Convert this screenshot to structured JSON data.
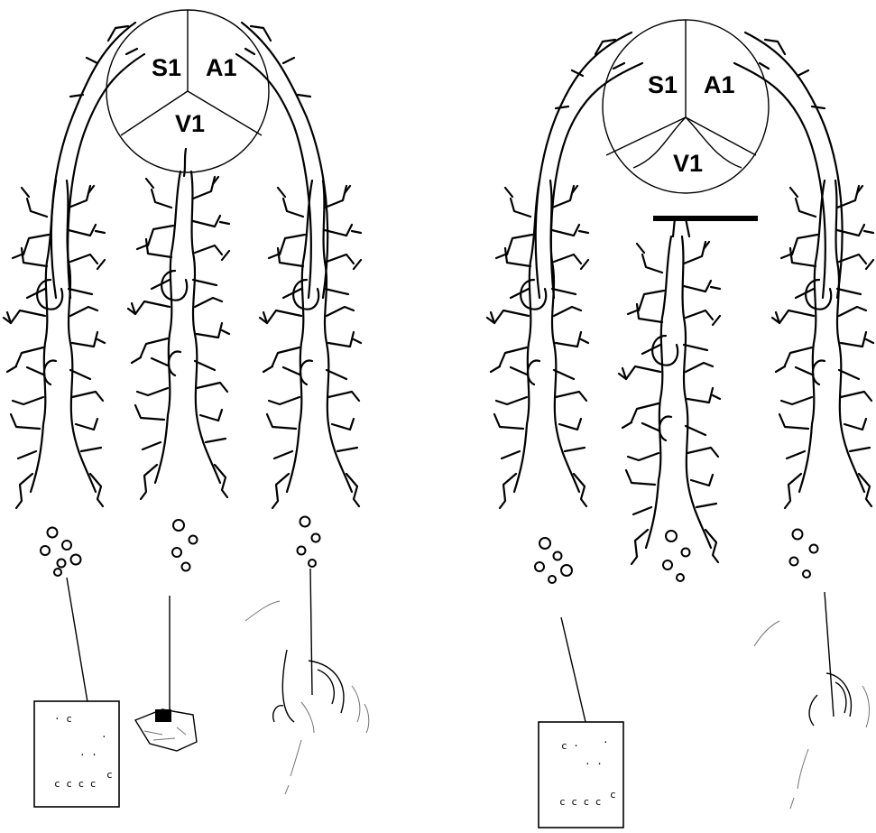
{
  "left_panel": {
    "cortex_labels": {
      "s1": "S1",
      "a1": "A1",
      "v1": "V1"
    }
  },
  "right_panel": {
    "cortex_labels": {
      "s1": "S1",
      "a1": "A1",
      "v1": "V1"
    }
  },
  "colors": {
    "ink": "#000000",
    "background": "#ffffff"
  },
  "icons": [
    "neuron-branch-icon",
    "vesicle-icon",
    "retina-sketch-icon",
    "ear-sketch-icon",
    "skin-box-icon",
    "lesion-bar-icon"
  ]
}
